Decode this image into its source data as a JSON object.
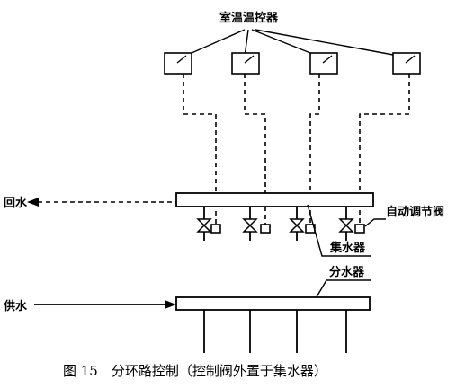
{
  "labels": {
    "thermostat": "室温温控器",
    "return_water": "回水",
    "supply_water": "供水",
    "auto_valve": "自动调节阀",
    "collector": "集水器",
    "distributor": "分水器"
  },
  "caption": "图 15　分环路控制（控制阀外置于集水器）",
  "circuit_count": 4
}
